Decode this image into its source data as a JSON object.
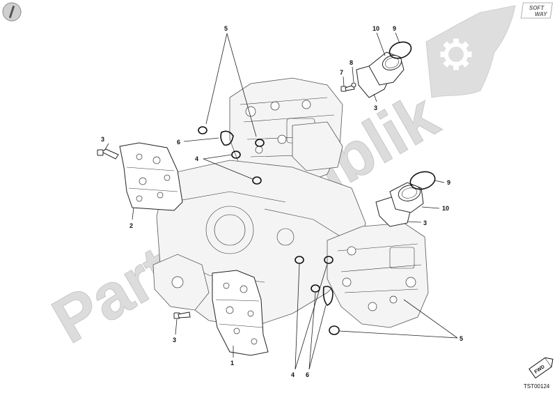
{
  "watermark": {
    "text": "PartsRepublik",
    "color": "#d9d9d9"
  },
  "logo": {
    "line1": "SOFT",
    "line2": "WAY"
  },
  "footer": {
    "drawing_code": "TST00124",
    "fwd_label": "FWD"
  },
  "icons": {
    "top_left": "circle-slash-icon",
    "watermark_emblem": "flag-gear-icon",
    "direction": "fwd-box-icon"
  },
  "callouts": [
    {
      "id": "c5-top",
      "label": "5"
    },
    {
      "id": "c10-top",
      "label": "10"
    },
    {
      "id": "c9-top",
      "label": "9"
    },
    {
      "id": "c8",
      "label": "8"
    },
    {
      "id": "c7",
      "label": "7"
    },
    {
      "id": "c3-top",
      "label": "3"
    },
    {
      "id": "c3-left",
      "label": "3"
    },
    {
      "id": "c6-top",
      "label": "6"
    },
    {
      "id": "c4-top",
      "label": "4"
    },
    {
      "id": "c2",
      "label": "2"
    },
    {
      "id": "c9-right",
      "label": "9"
    },
    {
      "id": "c10-right",
      "label": "10"
    },
    {
      "id": "c3-right",
      "label": "3"
    },
    {
      "id": "c5-right",
      "label": "5"
    },
    {
      "id": "c3-bottom",
      "label": "3"
    },
    {
      "id": "c1",
      "label": "1"
    },
    {
      "id": "c4-bottom",
      "label": "4"
    },
    {
      "id": "c6-bottom",
      "label": "6"
    }
  ]
}
